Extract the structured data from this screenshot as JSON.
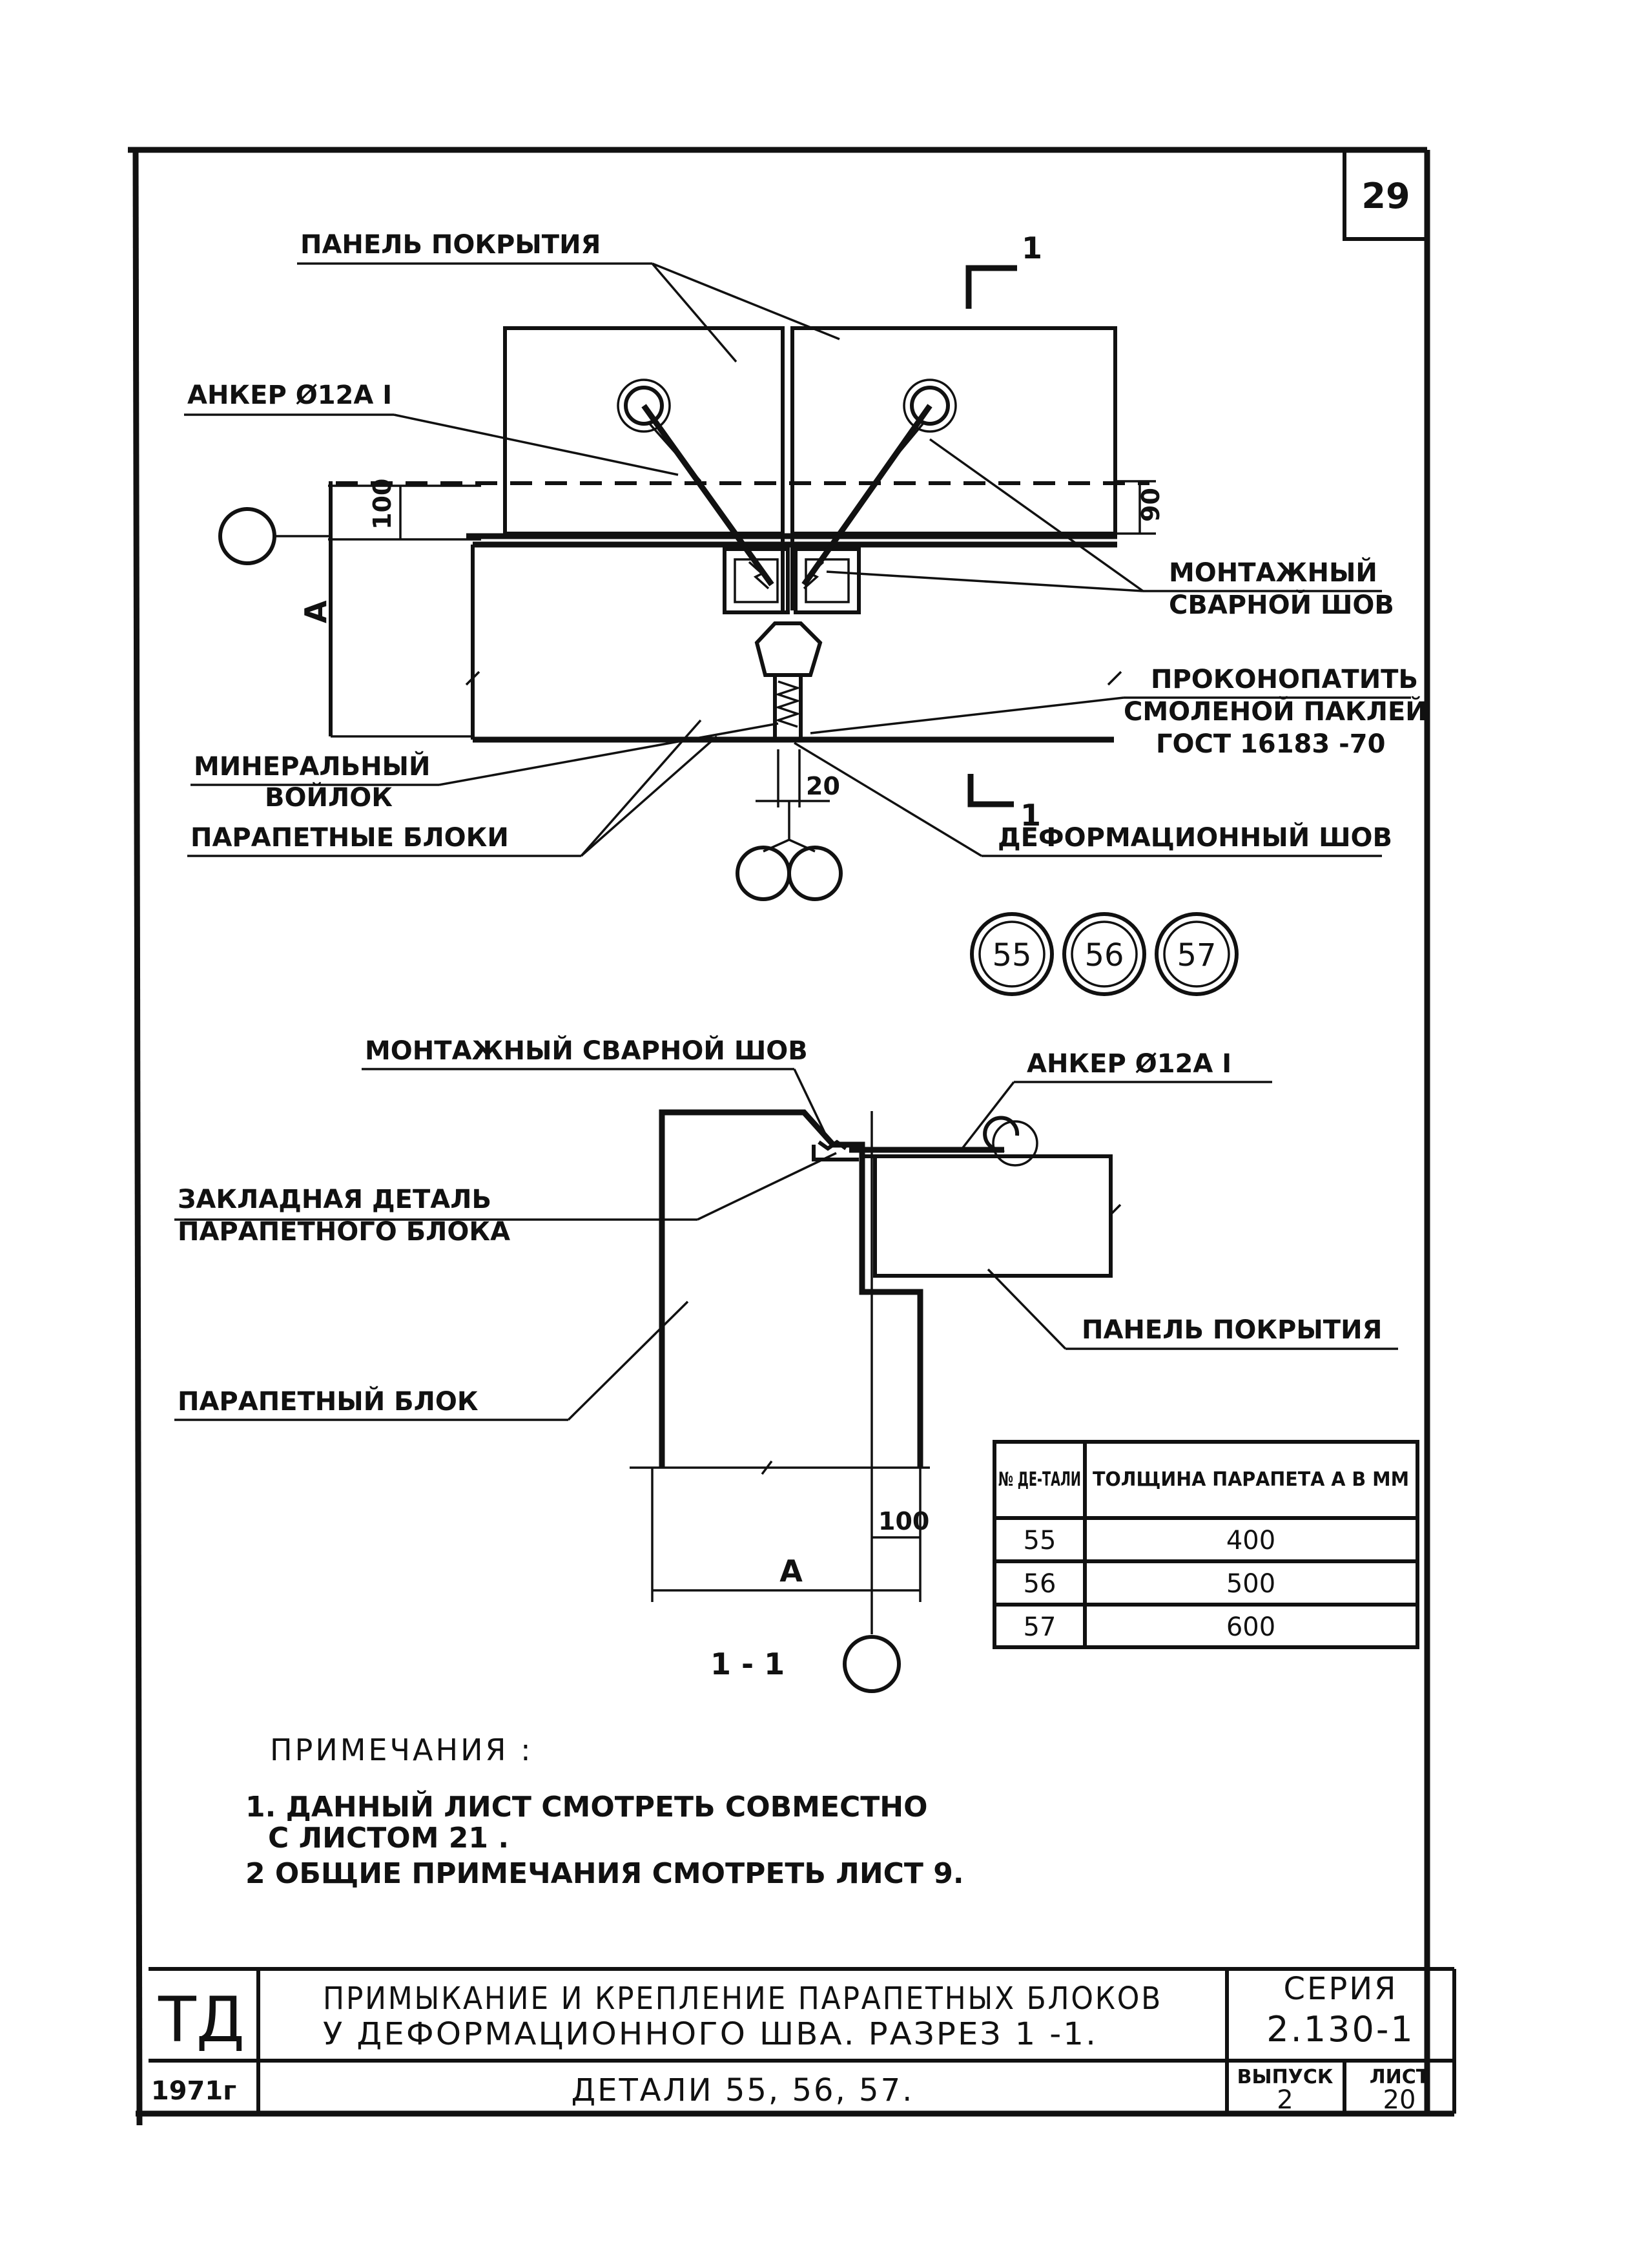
{
  "sheet": {
    "page_number": "29",
    "labels": {
      "panel_top": "ПАНЕЛЬ ПОКРЫТИЯ",
      "anchor_top": "АНКЕР Ø12А I",
      "weld_top_1": "МОНТАЖНЫЙ",
      "weld_top_2": "СВАРНОЙ ШОВ",
      "caulk_1": "ПРОКОНОПАТИТЬ",
      "caulk_2": "СМОЛЕНОЙ ПАКЛЕЙ",
      "caulk_3": "ГОСТ 16183 -70",
      "mineral_1": "МИНЕРАЛЬНЫЙ",
      "mineral_2": "ВОЙЛОК",
      "parapet_blocks": "ПАРАПЕТНЫЕ БЛОКИ",
      "deform_seam": "ДЕФОРМАЦИОННЫЙ ШОВ",
      "weld_bottom": "МОНТАЖНЫЙ СВАРНОЙ ШОВ",
      "anchor_bottom": "АНКЕР Ø12А I",
      "embedded_1": "ЗАКЛАДНАЯ ДЕТАЛЬ",
      "embedded_2": "ПАРАПЕТНОГО БЛОКА",
      "panel_bottom": "ПАНЕЛЬ ПОКРЫТИЯ",
      "parapet_block": "ПАРАПЕТНЫЙ БЛОК",
      "section_mark_num": "1",
      "section_label": "1 - 1"
    },
    "dims": {
      "d100_top": "100",
      "d90": "90",
      "dim_A": "А",
      "d20": "20",
      "d100_bottom": "100"
    },
    "detail_circles": [
      "55",
      "56",
      "57"
    ],
    "table": {
      "header_col1": "№ ДЕ-ТАЛИ",
      "header_col2": "ТОЛЩИНА ПАРАПЕТА А В ММ",
      "rows": [
        {
          "detail": "55",
          "thickness": "400"
        },
        {
          "detail": "56",
          "thickness": "500"
        },
        {
          "detail": "57",
          "thickness": "600"
        }
      ]
    },
    "notes": {
      "title": "ПРИМЕЧАНИЯ :",
      "line1": "1. ДАННЫЙ ЛИСТ СМОТРЕТЬ СОВМЕСТНО",
      "line2": "С ЛИСТОМ 21 .",
      "line3": "2 ОБЩИЕ ПРИМЕЧАНИЯ СМОТРЕТЬ ЛИСТ 9."
    }
  },
  "title_block": {
    "org": "ТД",
    "year": "1971г",
    "title_line1": "ПРИМЫКАНИЕ И КРЕПЛЕНИЕ ПАРАПЕТНЫХ БЛОКОВ",
    "title_line2": "У ДЕФОРМАЦИОННОГО ШВА. РАЗРЕЗ 1 -1.",
    "details": "ДЕТАЛИ 55, 56, 57.",
    "series_label": "СЕРИЯ",
    "series_value": "2.130-1",
    "issue_label": "ВЫПУСК",
    "issue_value": "2",
    "sheet_label": "ЛИСТ",
    "sheet_value": "20"
  }
}
